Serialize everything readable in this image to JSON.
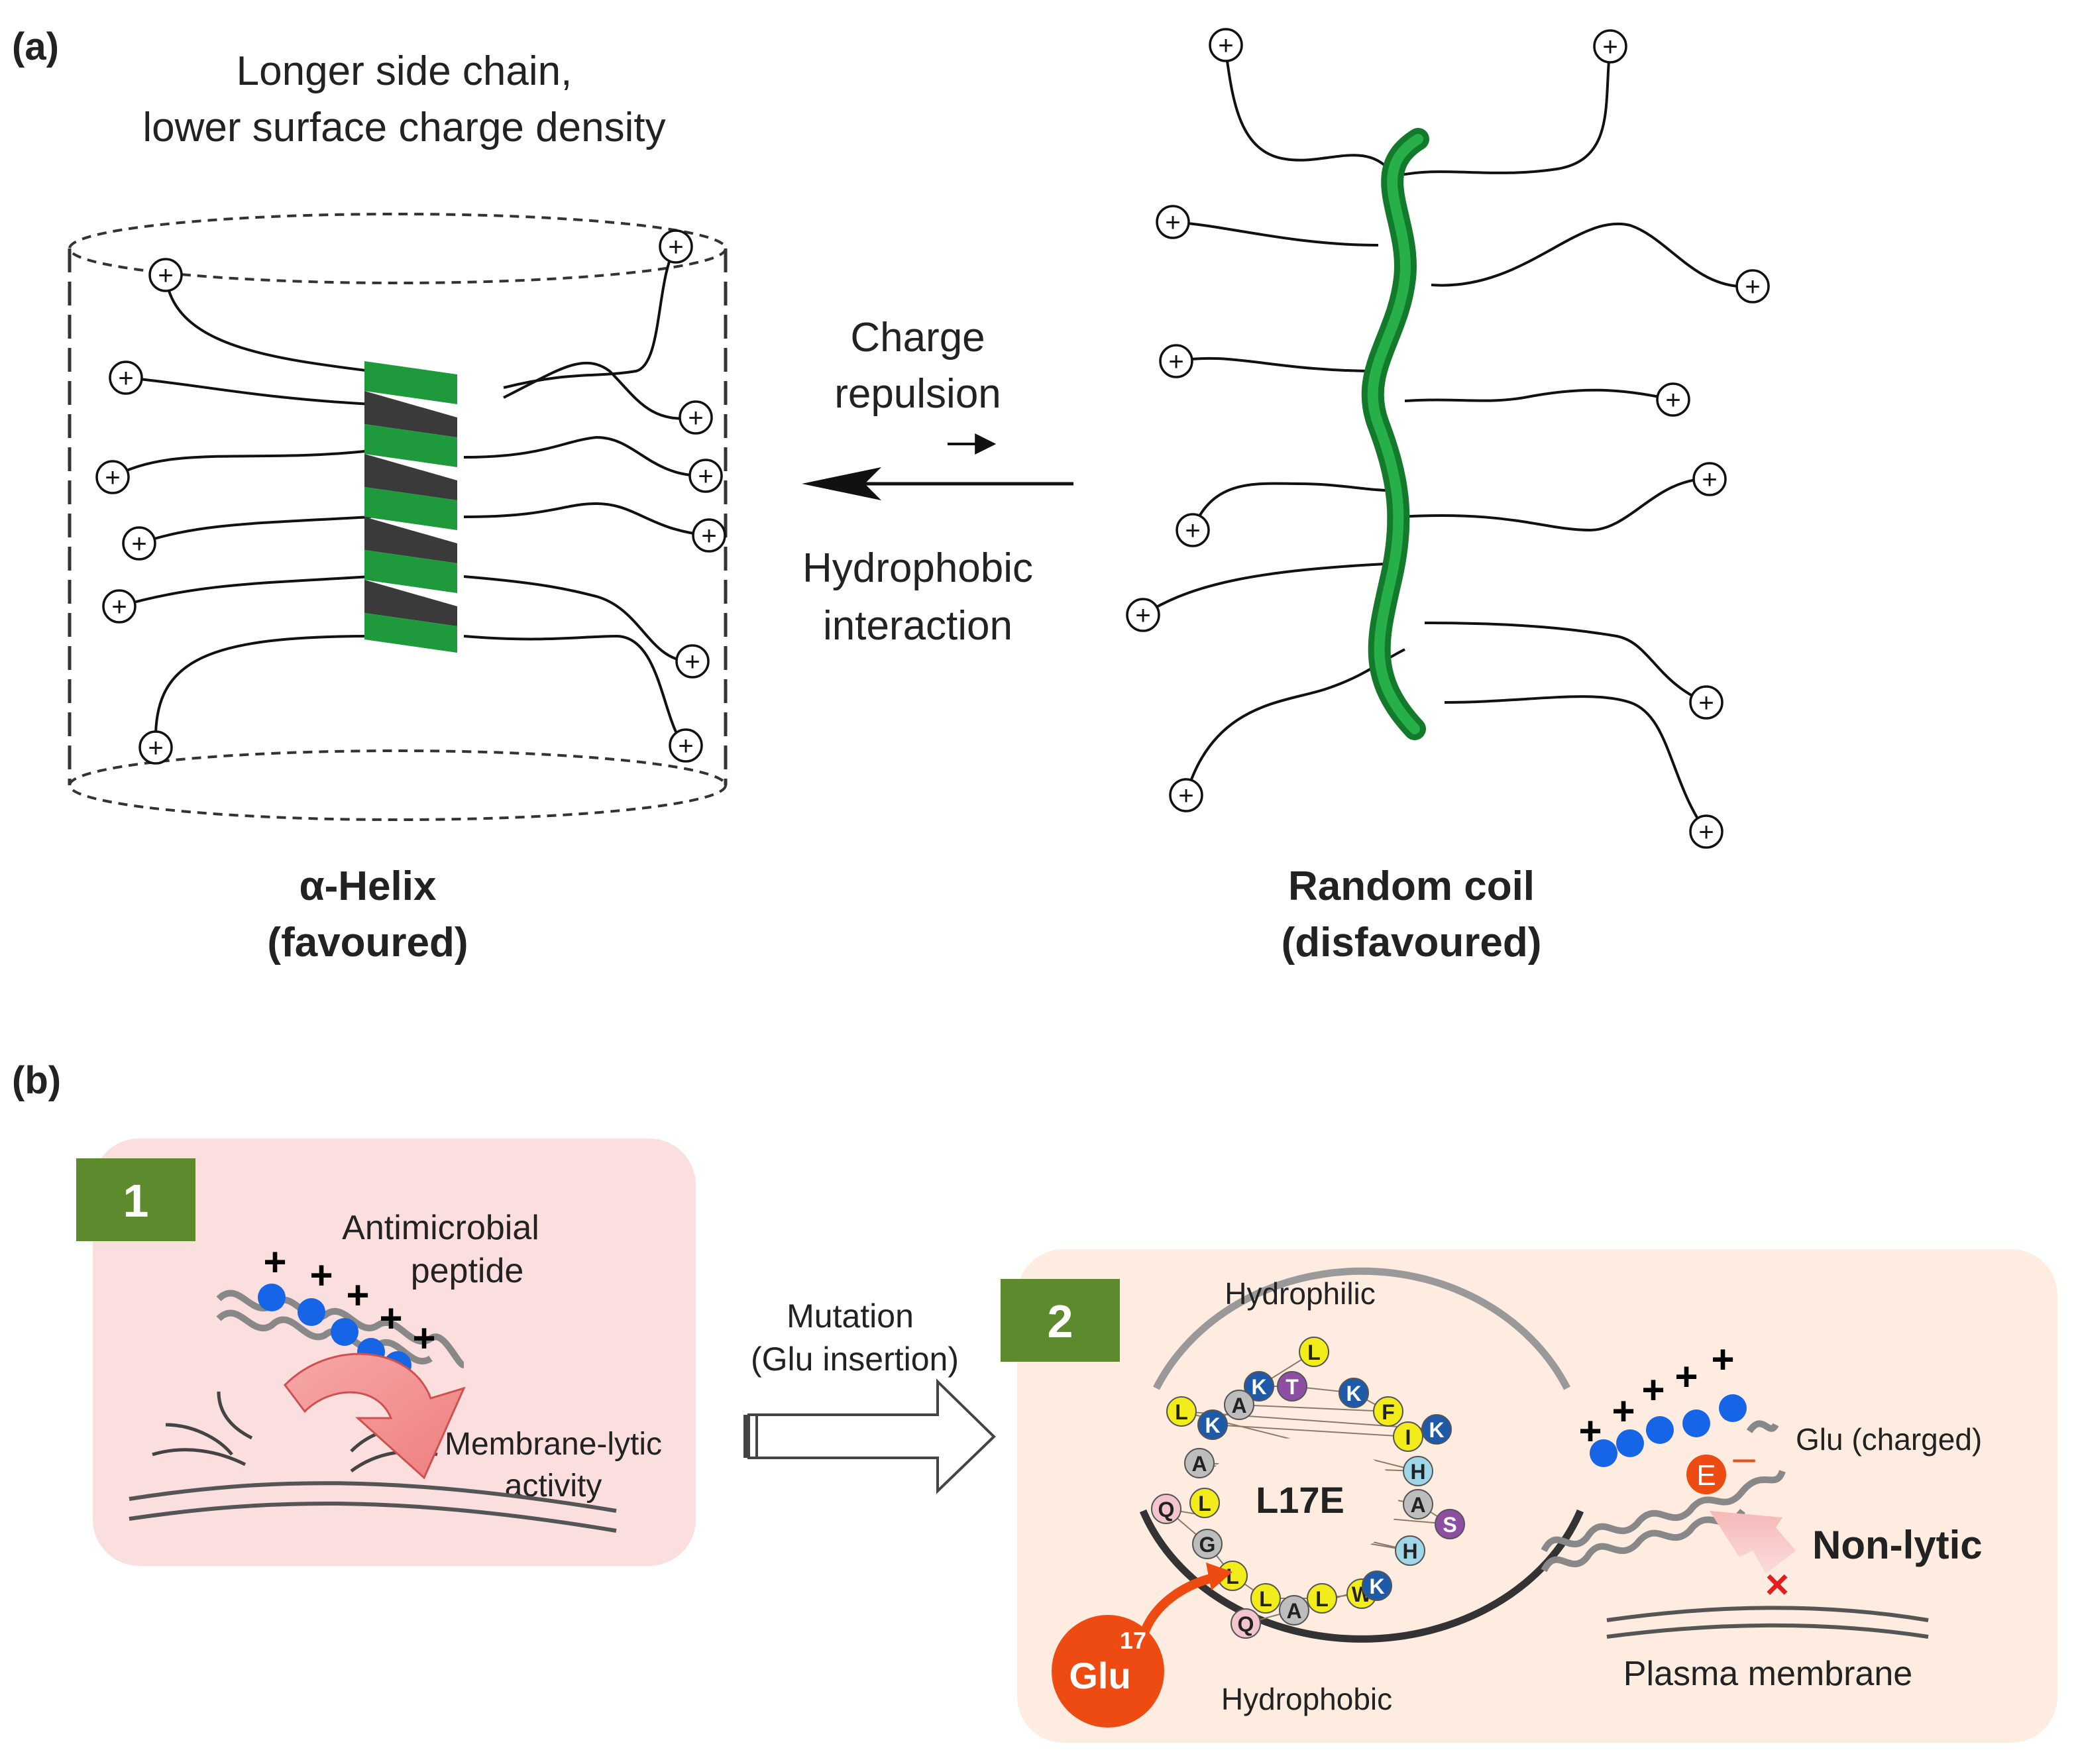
{
  "panel_a": {
    "label": "(a)",
    "caption_line1": "Longer side chain,",
    "caption_line2": "lower surface charge density",
    "arrow_top_line1": "Charge",
    "arrow_top_line2": "repulsion",
    "arrow_bottom_line1": "Hydrophobic",
    "arrow_bottom_line2": "interaction",
    "helix_label_line1": "α-Helix",
    "helix_label_line2": "(favoured)",
    "coil_label_line1": "Random coil",
    "coil_label_line2": "(disfavoured)",
    "charge_symbol": "+"
  },
  "panel_b": {
    "label": "(b)",
    "step1": {
      "badge": "1",
      "peptide_line1": "Antimicrobial",
      "peptide_line2": "peptide",
      "activity_line1": "Membrane-lytic",
      "activity_line2": "activity",
      "charge_symbol": "+"
    },
    "mutation_line1": "Mutation",
    "mutation_line2": "(Glu insertion)",
    "step2": {
      "badge": "2",
      "hydrophilic": "Hydrophilic",
      "hydrophobic": "Hydrophobic",
      "wheel_center": "L17E",
      "glu_label": "Glu",
      "glu_number": "17",
      "residues": [
        "L",
        "K",
        "T",
        "K",
        "F",
        "A",
        "K",
        "I",
        "K",
        "L",
        "H",
        "A",
        "A",
        "S",
        "L",
        "H",
        "Q",
        "G",
        "L",
        "L",
        "L",
        "W",
        "K",
        "A",
        "Q"
      ],
      "glu_charged": "Glu  (charged)",
      "e_letter": "E",
      "minus": "–",
      "non_lytic": "Non-lytic",
      "cross": "×",
      "membrane": "Plasma membrane",
      "charge_symbol": "+"
    },
    "colors": {
      "helix_green": "#1e9a3c",
      "bead_blue": "#1565e6",
      "box1_pink": "#fbdede",
      "box2_peach": "#fdecdf",
      "badge_green": "#5d8a2c",
      "glu_orange": "#ee4b12",
      "res_yellow": "#f2ec1a",
      "res_blue": "#1f5aa8",
      "res_purple": "#8e4fa3",
      "res_gray": "#bdbdbd",
      "res_pink": "#f4c4cf",
      "res_cyan": "#9fd7e8"
    }
  }
}
